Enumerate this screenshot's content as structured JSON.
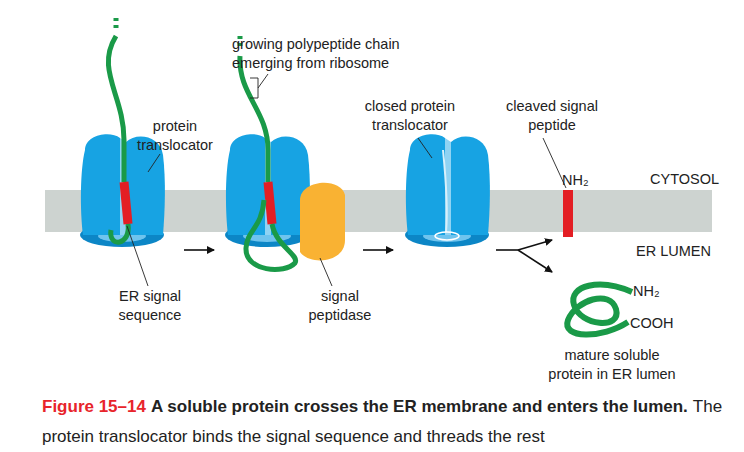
{
  "diagram": {
    "caption": "A soluble protein crosses the ER membrane and enters the lumen.",
    "labels": [
      "growing polypeptide chain emerging from ribosome",
      "protein translocator",
      "closed protein translocator",
      "cleaved signal peptide",
      "NH₂",
      "CYTOSOL",
      "ER LUMEN",
      "ER signal sequence",
      "signal peptidase",
      "NH₂",
      "COOH",
      "mature soluble protein in ER lumen",
      "Figure 15–14",
      "The protein translocator binds the signal sequence and threads the rest"
    ]
  }
}
